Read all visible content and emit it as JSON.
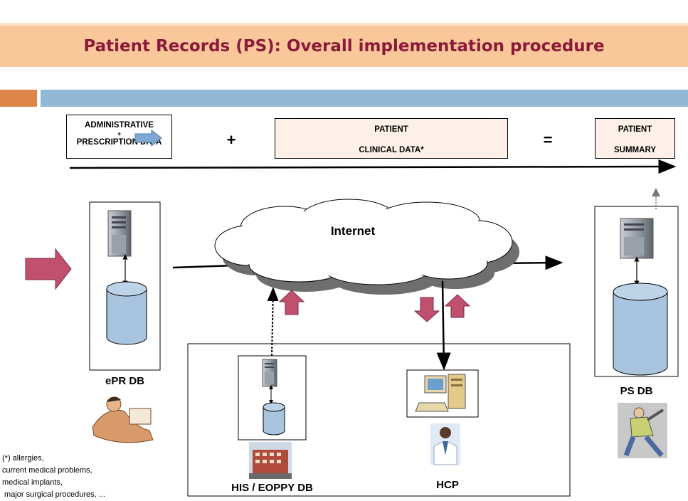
{
  "title": "Patient Records (PS): Overall implementation procedure",
  "header_boxes": {
    "admin_line1": "ADMINISTRATIVE",
    "admin_plus": "+",
    "admin_line2": "PRESCRIPTION DATA",
    "plus_op": "+",
    "clinical_line1": "PATIENT",
    "clinical_line2": "CLINICAL DATA*",
    "equals_op": "=",
    "summary_line1": "PATIENT",
    "summary_line2": "SUMMARY"
  },
  "cloud_label": "Internet",
  "labels": {
    "epr_db": "ePR DB",
    "ps_db": "PS DB",
    "his_db": "HIS / EOPPY DB",
    "hcp": "HCP"
  },
  "footnote": [
    "(*) allergies,",
    "current medical problems,",
    "medical implants,",
    " major surgical procedures, ..."
  ],
  "icons": {
    "server": "server-tower-icon",
    "database": "database-cylinder-icon",
    "computer": "desktop-computer-icon",
    "doctor": "doctor-icon",
    "hospital": "hospital-building-icon",
    "office_worker": "office-worker-icon",
    "patient": "elderly-patient-icon"
  },
  "colors": {
    "title_text": "#8b1a3a",
    "title_band": "#fac79a",
    "accent_orange": "#de8549",
    "accent_blue": "#93b8d5",
    "arrow_magenta": "#c0506e",
    "db_fill": "#a9c4de"
  }
}
